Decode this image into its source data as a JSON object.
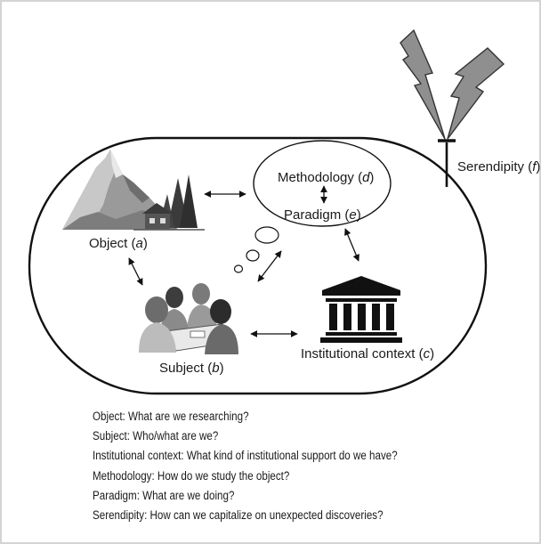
{
  "nodes": {
    "object": {
      "label": "Object",
      "key": "a"
    },
    "subject": {
      "label": "Subject",
      "key": "b"
    },
    "institutional": {
      "label": "Institutional context",
      "key": "c"
    },
    "methodology": {
      "label": "Methodology",
      "key": "d"
    },
    "paradigm": {
      "label": "Paradigm",
      "key": "e"
    },
    "serendipity": {
      "label": "Serendipity",
      "key": "f"
    }
  },
  "questions": [
    "Object: What are we researching?",
    "Subject: Who/what are we?",
    "Institutional context: What kind of institutional support do we have?",
    "Methodology: How do we study the object?",
    "Paradigm: What are we doing?",
    "Serendipity: How can we capitalize on unexpected discoveries?"
  ],
  "icons": {
    "object": "mountain-with-cabin-and-trees",
    "subject": "group-of-people-at-table",
    "institutional": "classical-building",
    "serendipity": "lightning-bolts-antenna"
  },
  "colors": {
    "line": "#111111",
    "icon_dark": "#3b3b3b",
    "icon_mid": "#7a7a7a",
    "icon_light": "#bdbdbd",
    "frame": "#d4d4d4"
  }
}
